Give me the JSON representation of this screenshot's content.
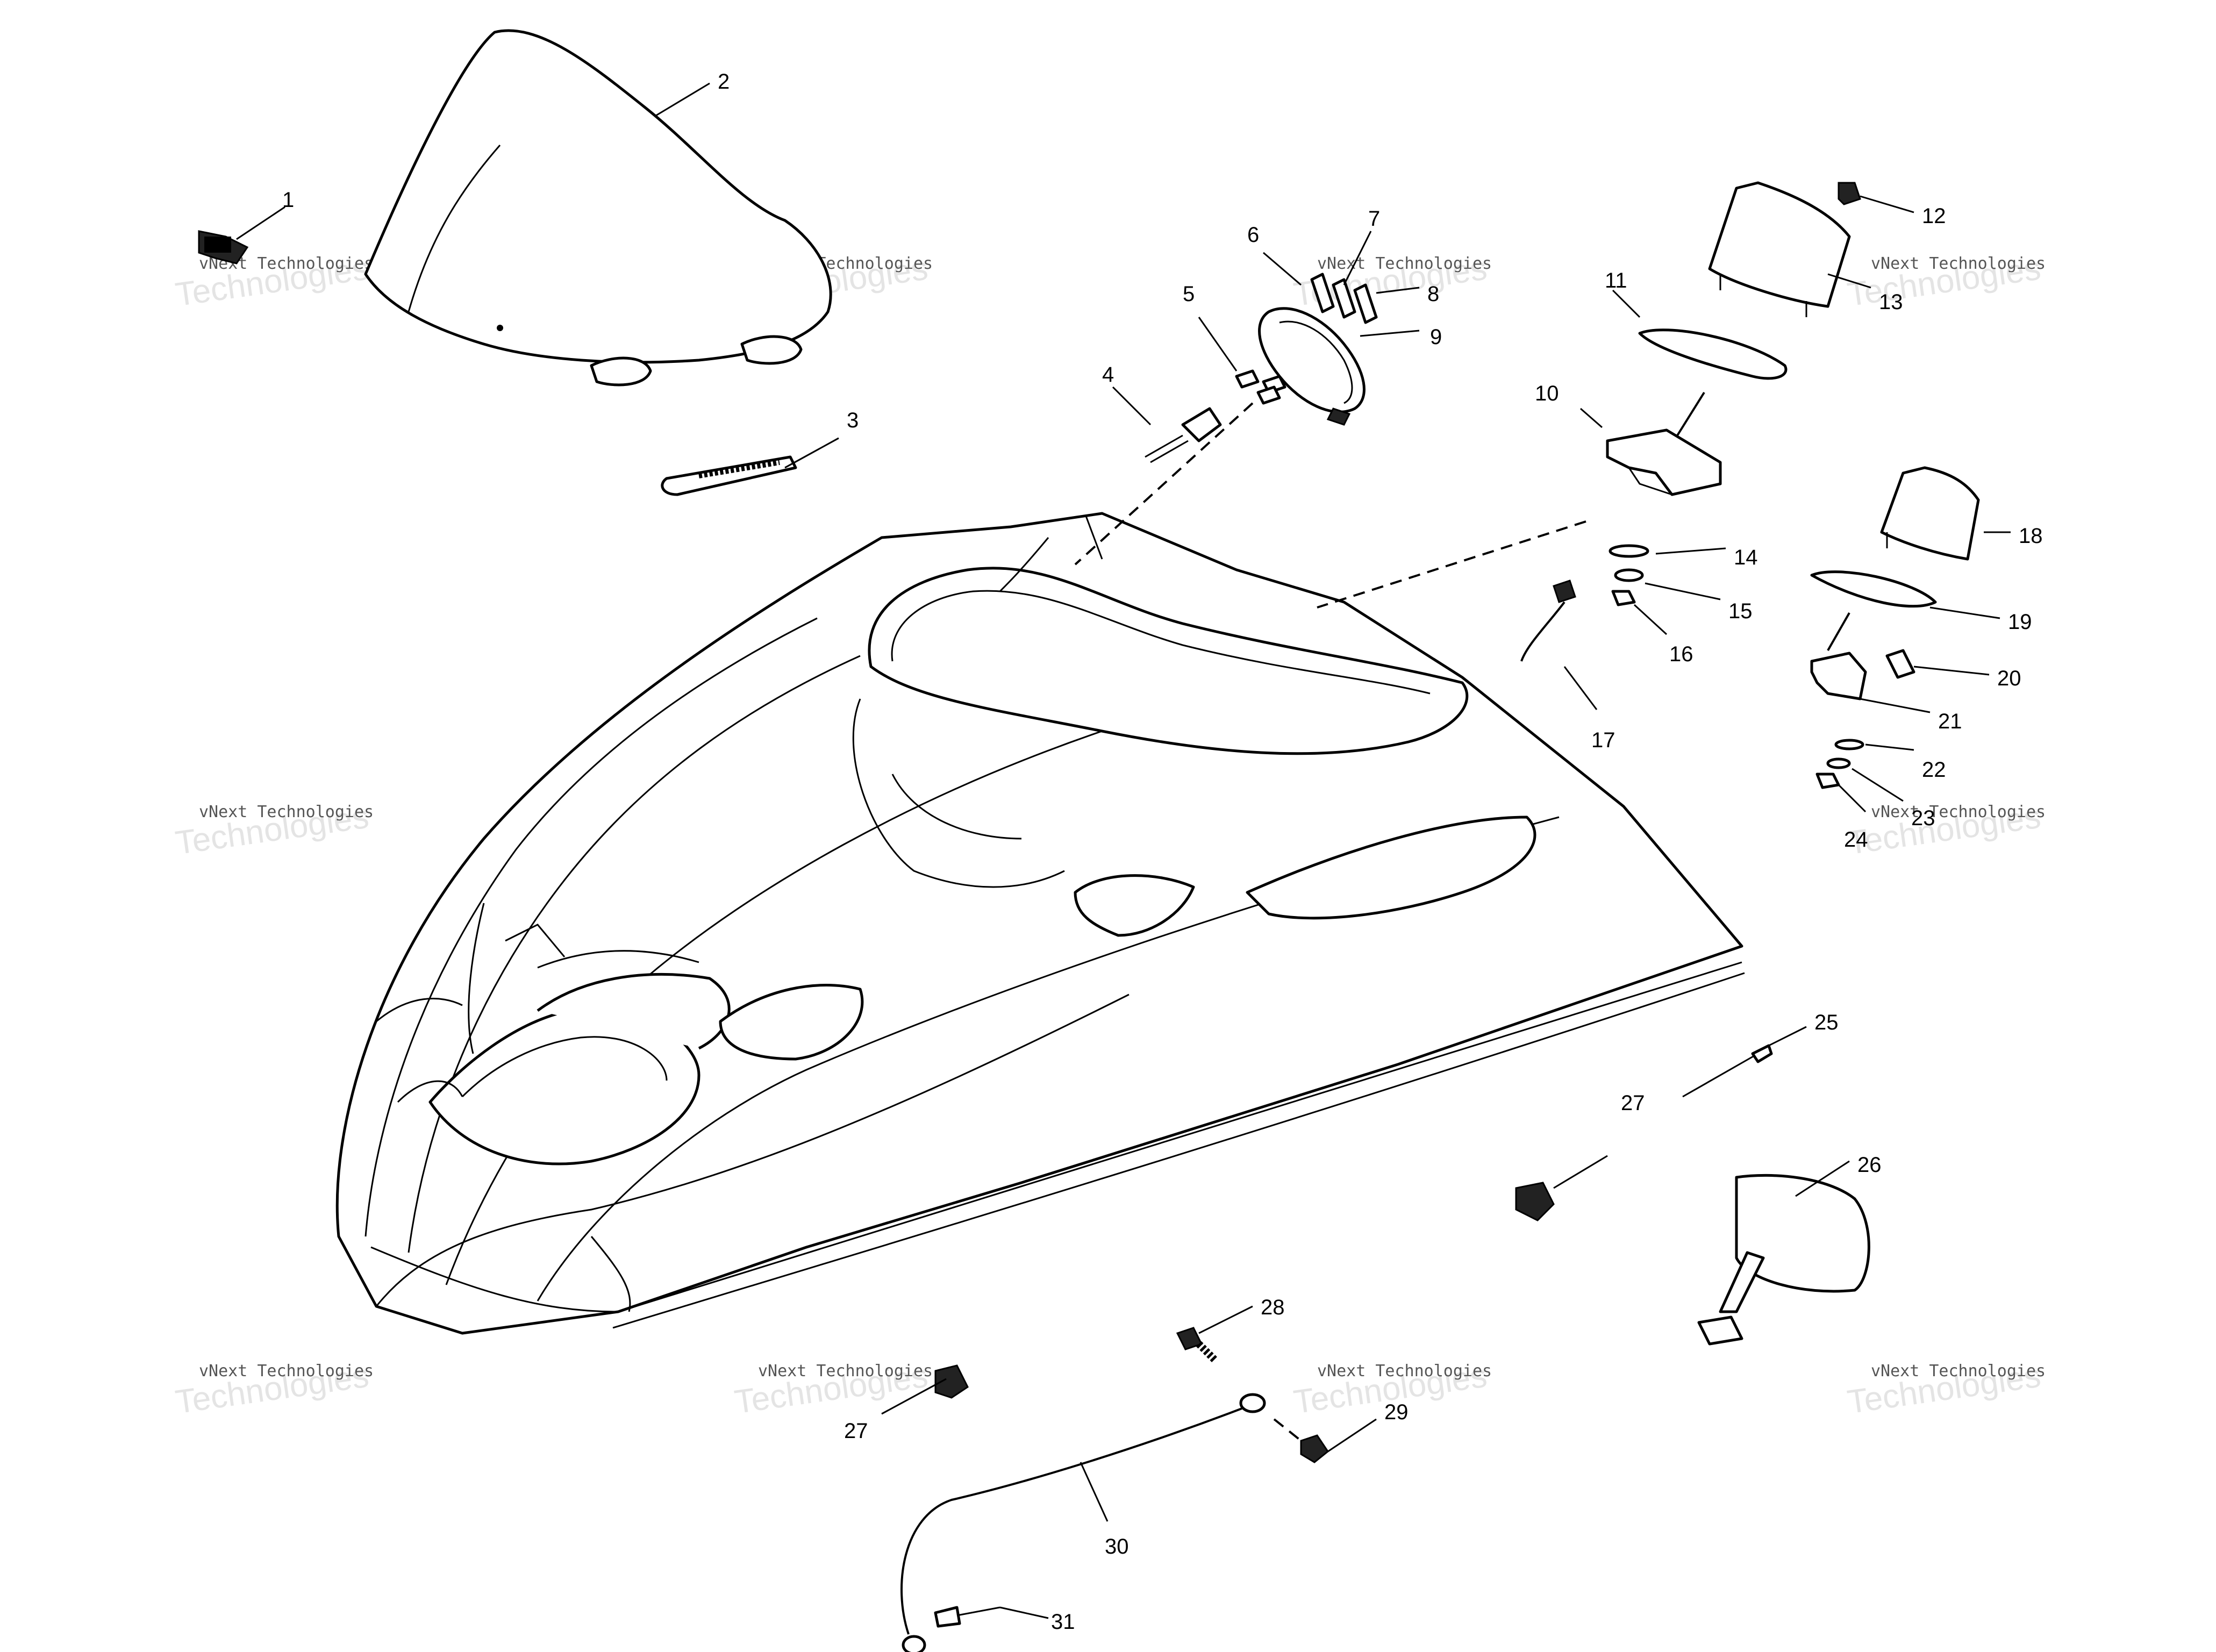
{
  "callouts": [
    "1",
    "2",
    "3",
    "4",
    "5",
    "6",
    "7",
    "8",
    "9",
    "10",
    "11",
    "12",
    "13",
    "14",
    "15",
    "16",
    "17",
    "18",
    "19",
    "20",
    "21",
    "22",
    "23",
    "24",
    "25",
    "26",
    "27",
    "27",
    "28",
    "29",
    "30",
    "31"
  ],
  "watermark": {
    "line1": "vNext Technologies",
    "line2": "Technologies"
  }
}
